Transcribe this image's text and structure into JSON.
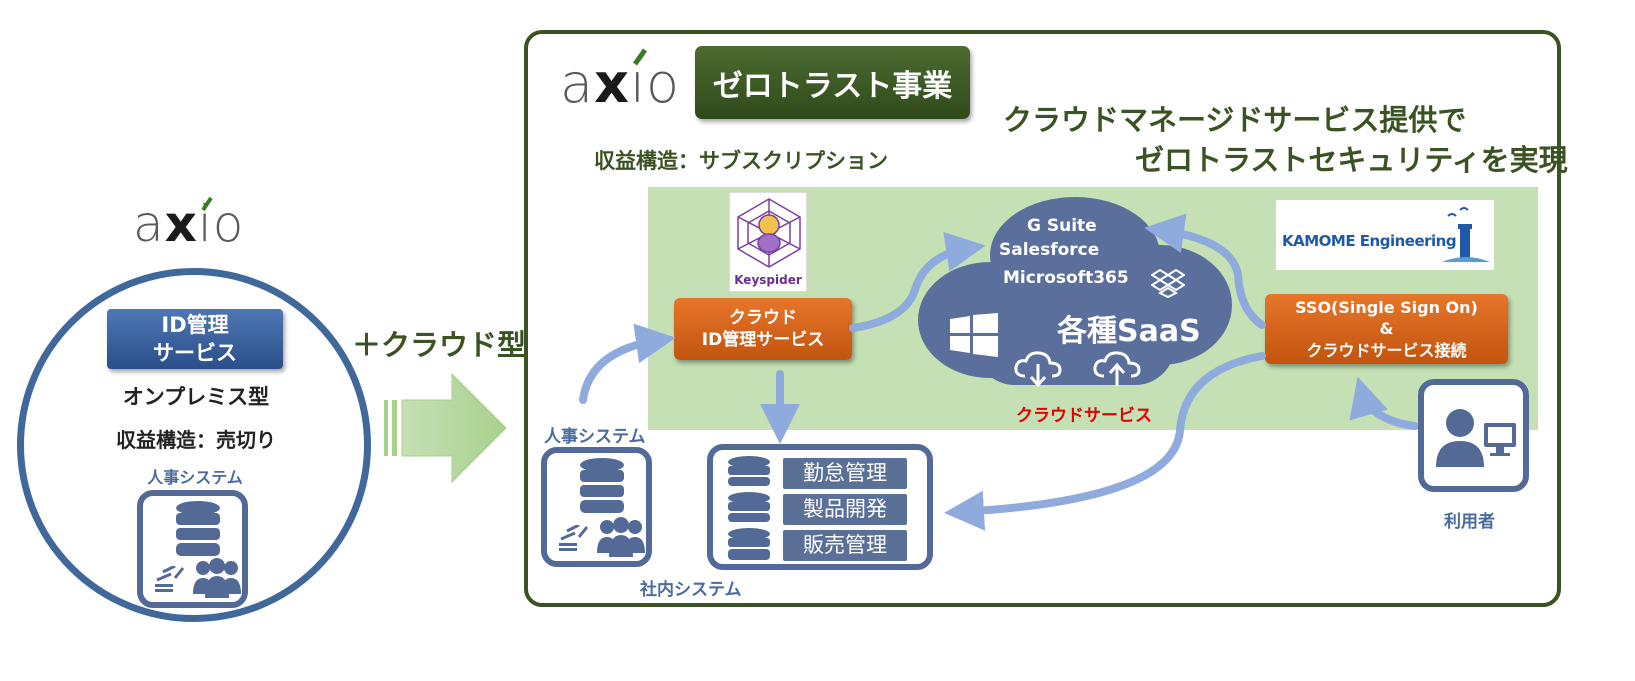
{
  "left": {
    "logo": "axio",
    "id_service": [
      "ID管理",
      "サービス"
    ],
    "type_label": "オンプレミス型",
    "revenue_label": "収益構造：売切り",
    "hr_label": "人事システム"
  },
  "arrow_label": "＋クラウド型",
  "right": {
    "logo": "axio",
    "business_title": "ゼロトラスト事業",
    "revenue_label": "収益構造：サブスクリプション",
    "headline_line1": "クラウドマネージドサービス提供で",
    "headline_line2": "ゼロトラストセキュリティを実現",
    "keyspider_label": "Keyspider",
    "cloud_id_service": [
      "クラウド",
      "ID管理サービス"
    ],
    "cloud_items": [
      "G Suite",
      "Salesforce",
      "Microsoft365"
    ],
    "cloud_main": "各種SaaS",
    "cloud_service_label": "クラウドサービス",
    "kamome_label": "KAMOME Engineering",
    "sso_box": [
      "SSO(Single Sign On)",
      "&",
      "クラウドサービス接続"
    ],
    "hr_label": "人事システム",
    "internal_label": "社内システム",
    "internal_modules": [
      "勤怠管理",
      "製品開発",
      "販売管理"
    ],
    "user_label": "利用者"
  },
  "colors": {
    "dark_green": "#3b5323",
    "light_green_band": "#c5e0b4",
    "navy": "#41689a",
    "orange": "#d5621b",
    "cloud": "#5b6f9c",
    "arrow_blue": "#8faadc",
    "red_text": "#e00000"
  }
}
